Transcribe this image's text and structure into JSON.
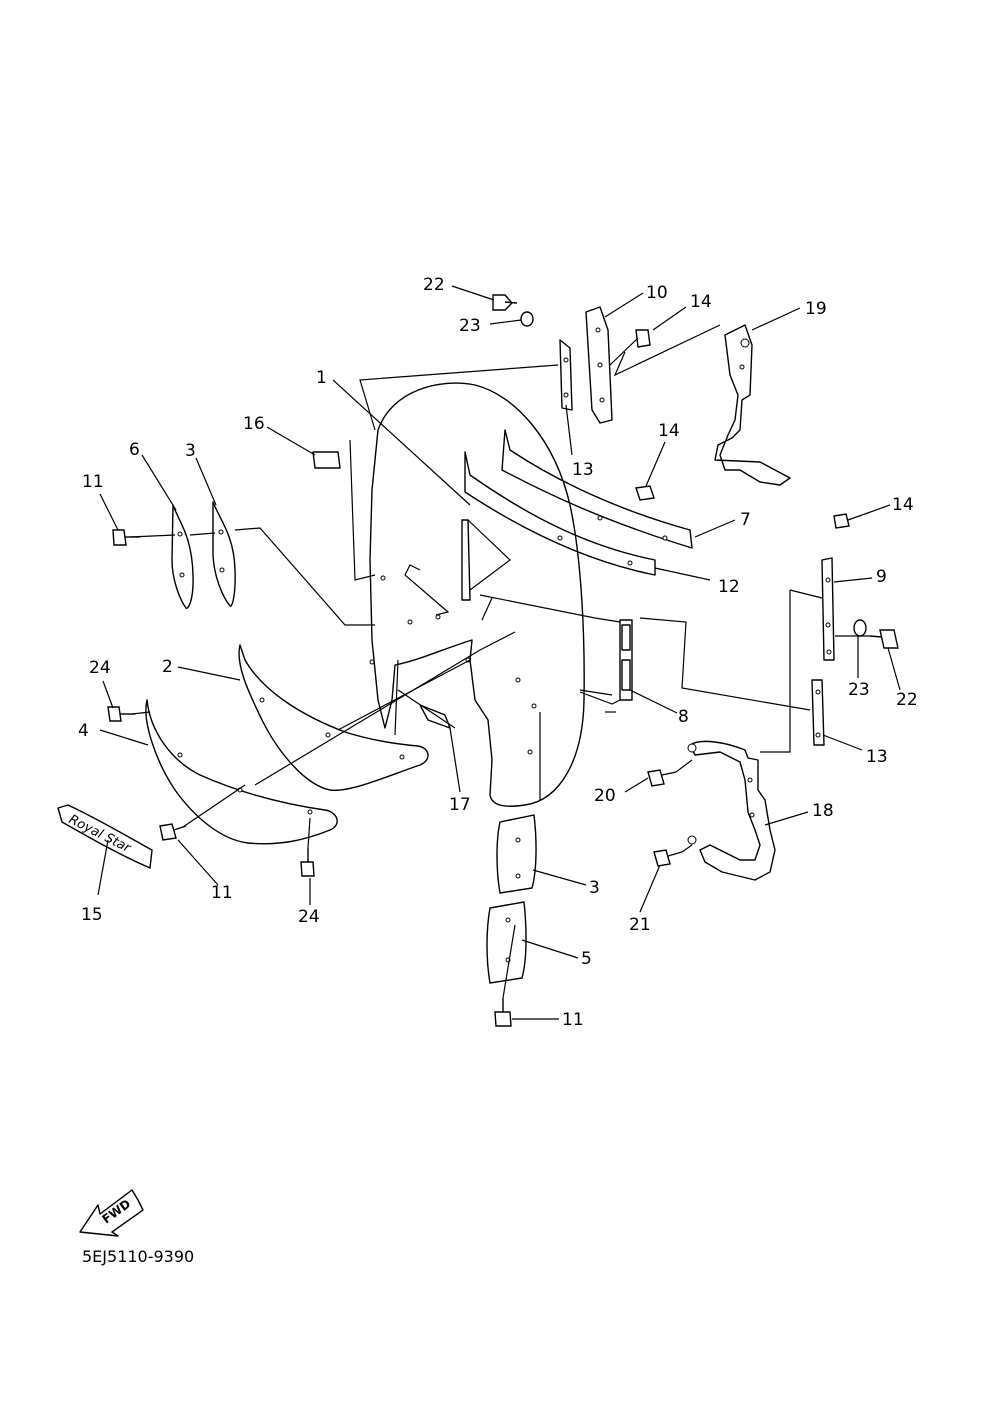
{
  "drawing": {
    "code": "5EJ5110-9390",
    "fwd_label": "FWD",
    "emblem_text": "Royal Star"
  },
  "callouts": [
    {
      "id": "c1",
      "label": "1"
    },
    {
      "id": "c2",
      "label": "2"
    },
    {
      "id": "c3a",
      "label": "3"
    },
    {
      "id": "c3b",
      "label": "3"
    },
    {
      "id": "c4",
      "label": "4"
    },
    {
      "id": "c5",
      "label": "5"
    },
    {
      "id": "c6",
      "label": "6"
    },
    {
      "id": "c7",
      "label": "7"
    },
    {
      "id": "c8",
      "label": "8"
    },
    {
      "id": "c9",
      "label": "9"
    },
    {
      "id": "c10",
      "label": "10"
    },
    {
      "id": "c11a",
      "label": "11"
    },
    {
      "id": "c11b",
      "label": "11"
    },
    {
      "id": "c11c",
      "label": "11"
    },
    {
      "id": "c12",
      "label": "12"
    },
    {
      "id": "c13a",
      "label": "13"
    },
    {
      "id": "c13b",
      "label": "13"
    },
    {
      "id": "c14a",
      "label": "14"
    },
    {
      "id": "c14b",
      "label": "14"
    },
    {
      "id": "c14c",
      "label": "14"
    },
    {
      "id": "c15",
      "label": "15"
    },
    {
      "id": "c16",
      "label": "16"
    },
    {
      "id": "c17",
      "label": "17"
    },
    {
      "id": "c18",
      "label": "18"
    },
    {
      "id": "c19",
      "label": "19"
    },
    {
      "id": "c20",
      "label": "20"
    },
    {
      "id": "c21",
      "label": "21"
    },
    {
      "id": "c22a",
      "label": "22"
    },
    {
      "id": "c22b",
      "label": "22"
    },
    {
      "id": "c23a",
      "label": "23"
    },
    {
      "id": "c23b",
      "label": "23"
    },
    {
      "id": "c24a",
      "label": "24"
    },
    {
      "id": "c24b",
      "label": "24"
    }
  ]
}
